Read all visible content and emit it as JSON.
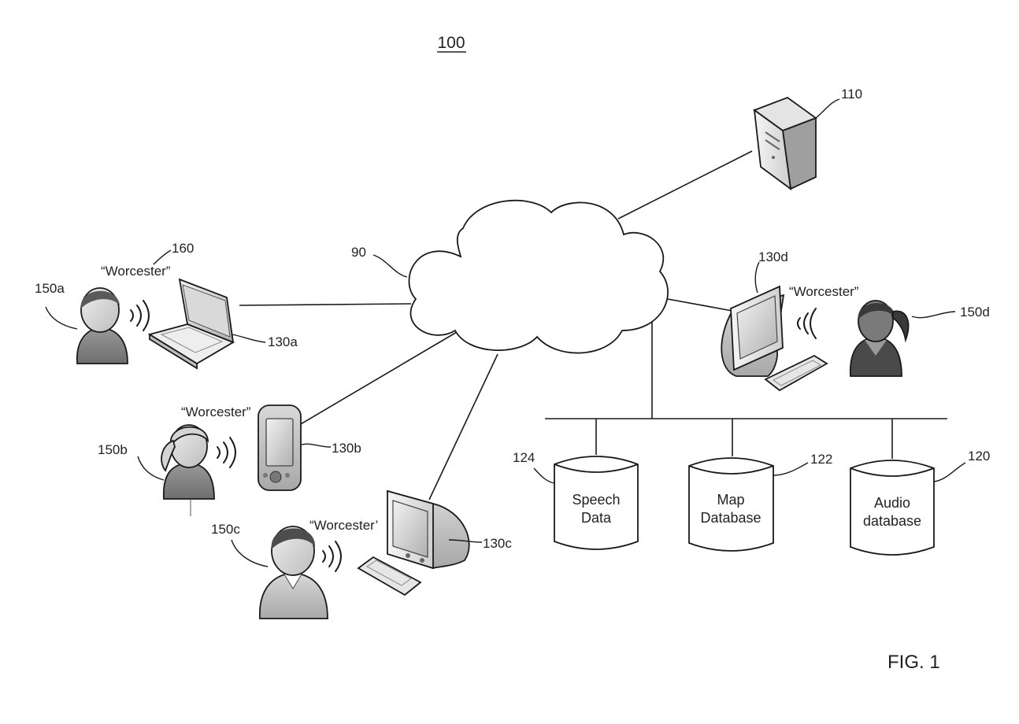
{
  "figure": {
    "ref_number": "100",
    "caption": "FIG. 1"
  },
  "network": {
    "label": "90"
  },
  "server": {
    "label": "110"
  },
  "utterance": "“Worcester”",
  "utterance_cut": "“Worcester’",
  "utterance_ref": "160",
  "users": [
    {
      "label": "150a"
    },
    {
      "label": "150b"
    },
    {
      "label": "150c"
    },
    {
      "label": "150d"
    }
  ],
  "devices": [
    {
      "label": "130a"
    },
    {
      "label": "130b"
    },
    {
      "label": "130c"
    },
    {
      "label": "130d"
    }
  ],
  "databases": [
    {
      "label": "124",
      "line1": "Speech",
      "line2": "Data"
    },
    {
      "label": "122",
      "line1": "Map",
      "line2": "Database"
    },
    {
      "label": "120",
      "line1": "Audio",
      "line2": "database"
    }
  ]
}
